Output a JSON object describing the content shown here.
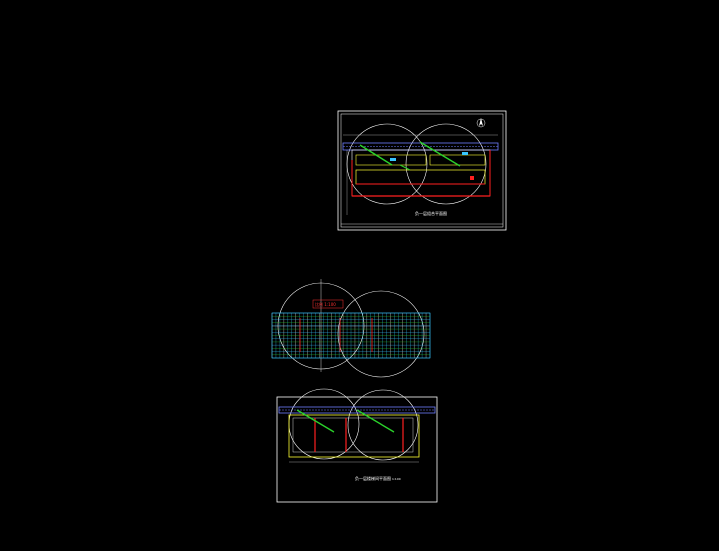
{
  "viewport": {
    "background": "#000000"
  },
  "colors": {
    "frame": "#ffffff",
    "circle": "#ffffff",
    "wall": "#6f7dff",
    "stair": "#2bd12b",
    "grid": "#39c6ff",
    "red": "#ff2020",
    "yellow": "#ffff33",
    "cyan": "#39c6ff"
  },
  "sheets": {
    "top": {
      "title": "负一层组合平面图",
      "north_symbol": "north-arrow"
    },
    "middle": {
      "scale_label": "比例 1:100"
    },
    "bottom": {
      "title": "负一层楼梯间平面图",
      "scale_suffix": "1:100"
    }
  }
}
